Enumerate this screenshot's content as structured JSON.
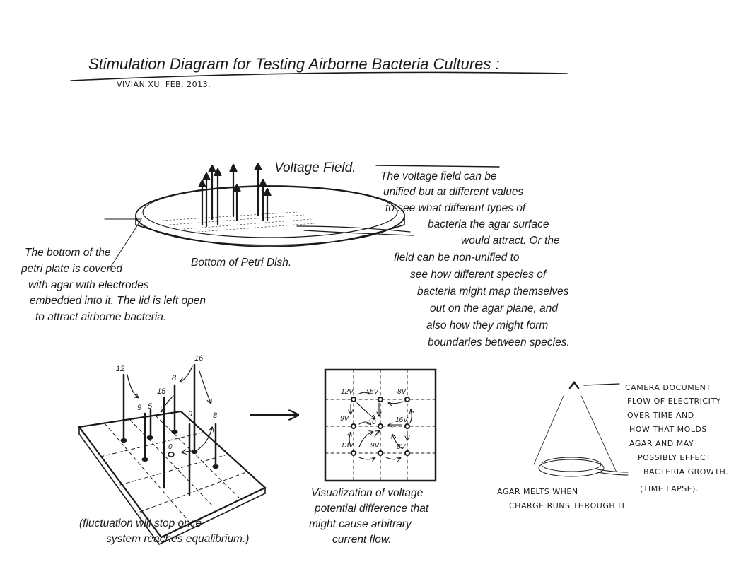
{
  "title": "Stimulation Diagram for Testing Airborne Bacteria Cultures :",
  "author_line": "VIVIAN XU.   FEB. 2013.",
  "voltage_field_label": "Voltage Field.",
  "voltage_field_notes": [
    "The voltage field can be",
    "unified but at different values",
    "to see what different types of",
    "bacteria the agar surface",
    "would attract. Or the",
    "field can be non-unified to",
    "see how different species of",
    "bacteria might map themselves",
    "out on the agar plane, and",
    "also how they might form",
    "boundaries between species."
  ],
  "petri_notes": [
    "The bottom of the",
    "petri plate is covered",
    "with agar with electrodes",
    "embedded into it. The lid is left open",
    "to attract airborne bacteria."
  ],
  "dish_label": "Bottom of Petri Dish.",
  "electrode_values": [
    "12",
    "9",
    "5",
    "15",
    "8",
    "16",
    "9",
    "8",
    "0"
  ],
  "fluctuation_note": [
    "(fluctuation will stop once",
    "system reaches equalibrium.)"
  ],
  "grid_values": [
    "12V",
    "5V",
    "8V",
    "9V",
    "0",
    "16V",
    "13V",
    "9V",
    "8V"
  ],
  "visualization_note": [
    "Visualization of voltage",
    "potential difference that",
    "might cause arbitrary",
    "current flow."
  ],
  "camera_note": [
    "CAMERA DOCUMENT",
    "FLOW OF ELECTRICITY",
    "OVER TIME AND",
    "HOW THAT MOLDS",
    "AGAR AND MAY",
    "POSSIBLY EFFECT",
    "BACTERIA GROWTH.",
    "(TIME LAPSE)."
  ],
  "agar_note": [
    "AGAR MELTS WHEN",
    "CHARGE RUNS THROUGH IT."
  ]
}
